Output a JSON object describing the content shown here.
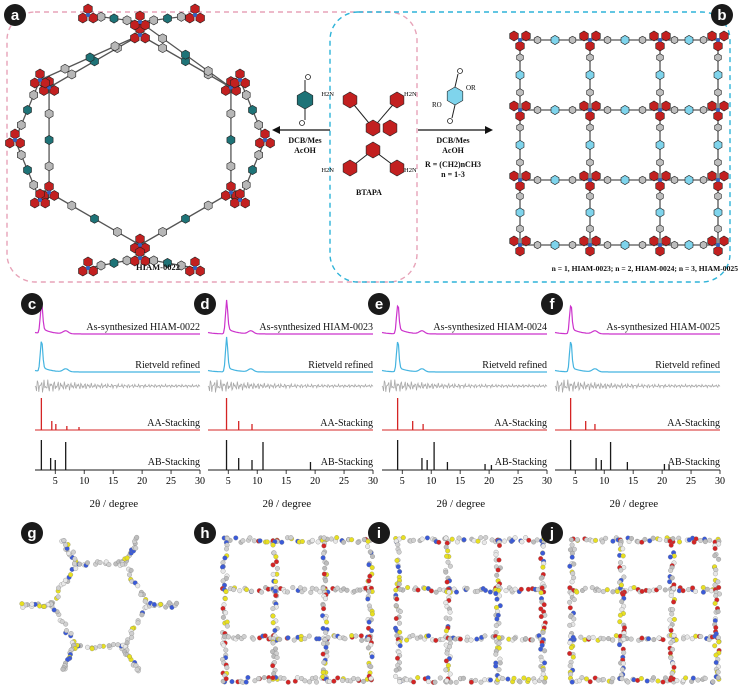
{
  "panels": {
    "a": "a",
    "b": "b",
    "c": "c",
    "d": "d",
    "e": "e",
    "f": "f",
    "g": "g",
    "h": "h",
    "i": "i",
    "j": "j"
  },
  "scheme": {
    "left_condition_1": "DCB/Mes",
    "left_condition_2": "AcOH",
    "right_condition_1": "DCB/Mes",
    "right_condition_2": "AcOH",
    "r_group_line": "R = (CH2)nCH3",
    "n_range": "n = 1-3",
    "center_label": "BTAPA",
    "left_product": "HIAM-0022",
    "right_products": "n = 1, HIAM-0023; n = 2, HIAM-0024; n = 3, HIAM-0025",
    "amine_label": "H2N",
    "ro_label": "RO",
    "or_label": "OR"
  },
  "xrd": {
    "axis_title": "2θ / degree",
    "traces": [
      "As-synthesized",
      "Rietveld refined",
      "difference",
      "AA-Stacking",
      "AB-Stacking"
    ],
    "colors": {
      "as_synthesized": "#cc33cc",
      "refined": "#44b4e0",
      "difference": "#a8a8a8",
      "aa": "#d42424",
      "ab": "#1a1a1a"
    },
    "panels": [
      {
        "id": "c",
        "as_label": "As-synthesized HIAM-0022",
        "refined_label": "Rietveld refined",
        "aa_label": "AA-Stacking",
        "ab_label": "AB-Stacking",
        "ticks": [
          "5",
          "10",
          "15",
          "20",
          "25",
          "30"
        ]
      },
      {
        "id": "d",
        "as_label": "As-synthesized HIAM-0023",
        "refined_label": "Rietveld refined",
        "aa_label": "AA-Stacking",
        "ab_label": "AB-Stacking",
        "ticks": [
          "5",
          "10",
          "15",
          "20",
          "25",
          "30"
        ]
      },
      {
        "id": "e",
        "as_label": "As-synthesized HIAM-0024",
        "refined_label": "Rietveld refined",
        "aa_label": "AA-Stacking",
        "ab_label": "AB-Stacking",
        "ticks": [
          "5",
          "10",
          "15",
          "20",
          "25",
          "30"
        ]
      },
      {
        "id": "f",
        "as_label": "As-synthesized HIAM-0025",
        "refined_label": "Rietveld refined",
        "aa_label": "AA-Stacking",
        "ab_label": "AB-Stacking",
        "ticks": [
          "5",
          "10",
          "15",
          "20",
          "25",
          "30"
        ]
      }
    ],
    "xlim": [
      1.5,
      30
    ],
    "main_peak_2theta": [
      2.6,
      4.7,
      4.2,
      4.2
    ],
    "aa_peaks": [
      [
        2.6,
        4.4,
        5.1,
        7.0,
        9.1
      ],
      [
        4.7,
        6.8,
        9.1
      ],
      [
        4.2,
        6.8,
        8.6
      ],
      [
        4.2,
        6.8,
        8.4
      ]
    ],
    "ab_peaks": [
      [
        2.6,
        4.2,
        5.0,
        6.8
      ],
      [
        4.7,
        6.8,
        9.1,
        11.0,
        19.2
      ],
      [
        4.2,
        8.4,
        9.3,
        10.5,
        12.8,
        19.3,
        20.4
      ],
      [
        4.2,
        8.6,
        9.5,
        11.1,
        14.0,
        20.4,
        21.2
      ]
    ]
  }
}
